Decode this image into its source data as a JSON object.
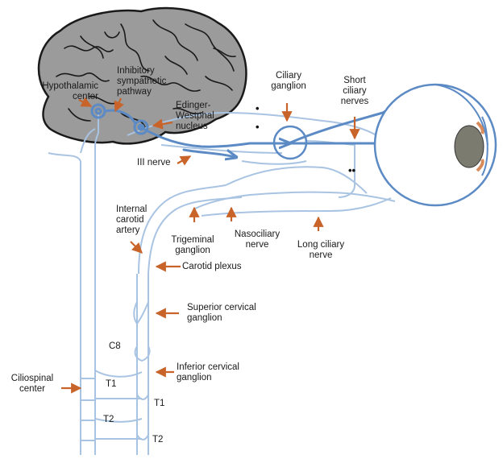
{
  "colors": {
    "brain_fill": "#9b9b9b",
    "brain_outline": "#1a1a1a",
    "pathway_dark": "#5b8ac4",
    "pathway_light": "#a9c4e2",
    "arrow": "#c8642a",
    "eye_lens": "#7b7b6f",
    "iris": "#d98a5a"
  },
  "labels": {
    "hypothalamic_center": "Hypothalamic\ncenter",
    "inhibitory_pathway": "Inhibitory\nsympathetic\npathway",
    "edinger_westphal": "Edinger-\nWestphal\nnucleus",
    "iii_nerve": "III nerve",
    "ciliary_ganglion": "Ciliary\nganglion",
    "short_ciliary_nerves": "Short\nciliary\nnerves",
    "internal_carotid_artery": "Internal\ncarotid\nartery",
    "trigeminal_ganglion": "Trigeminal\nganglion",
    "nasociliary_nerve": "Nasociliary\nnerve",
    "long_ciliary_nerve": "Long ciliary\nnerve",
    "carotid_plexus": "Carotid plexus",
    "superior_cervical_ganglion": "Superior cervical\nganglion",
    "inferior_cervical_ganglion": "Inferior cervical\nganglion",
    "ciliospinal_center": "Ciliospinal\ncenter"
  },
  "segments": {
    "c8": "C8",
    "t1_cord": "T1",
    "t2_cord": "T2",
    "t1_chain": "T1",
    "t2_chain": "T2"
  },
  "marks": {
    "single_dot_1": "•",
    "single_dot_2": "•",
    "double_dot": "••"
  }
}
